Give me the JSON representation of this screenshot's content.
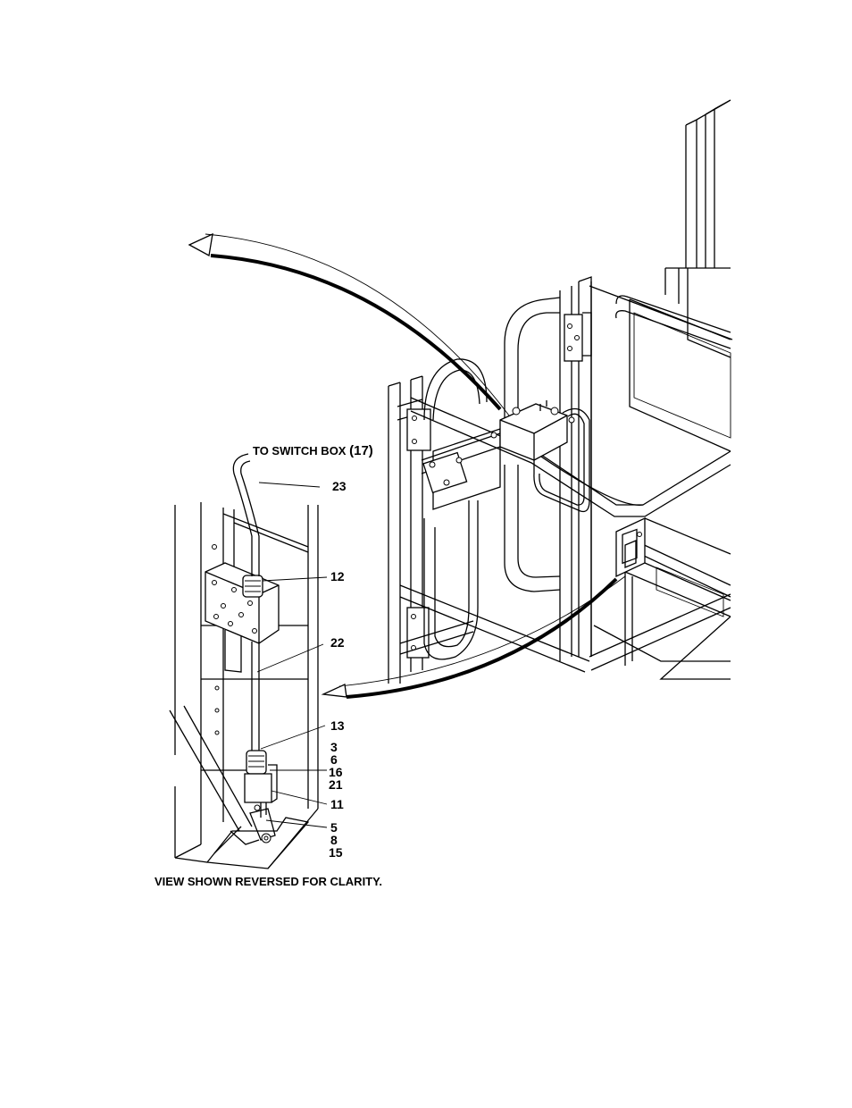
{
  "labels": {
    "to_switch_box": "TO SWITCH BOX",
    "to_switch_box_ref": "(17)",
    "item_23": "23",
    "item_12": "12",
    "item_22": "22",
    "item_13": "13",
    "item_3": "3",
    "item_6": "6",
    "item_16": "16",
    "item_21": "21",
    "item_11": "11",
    "item_5": "5",
    "item_8": "8",
    "item_15": "15"
  },
  "caption": "VIEW SHOWN REVERSED FOR CLARITY."
}
